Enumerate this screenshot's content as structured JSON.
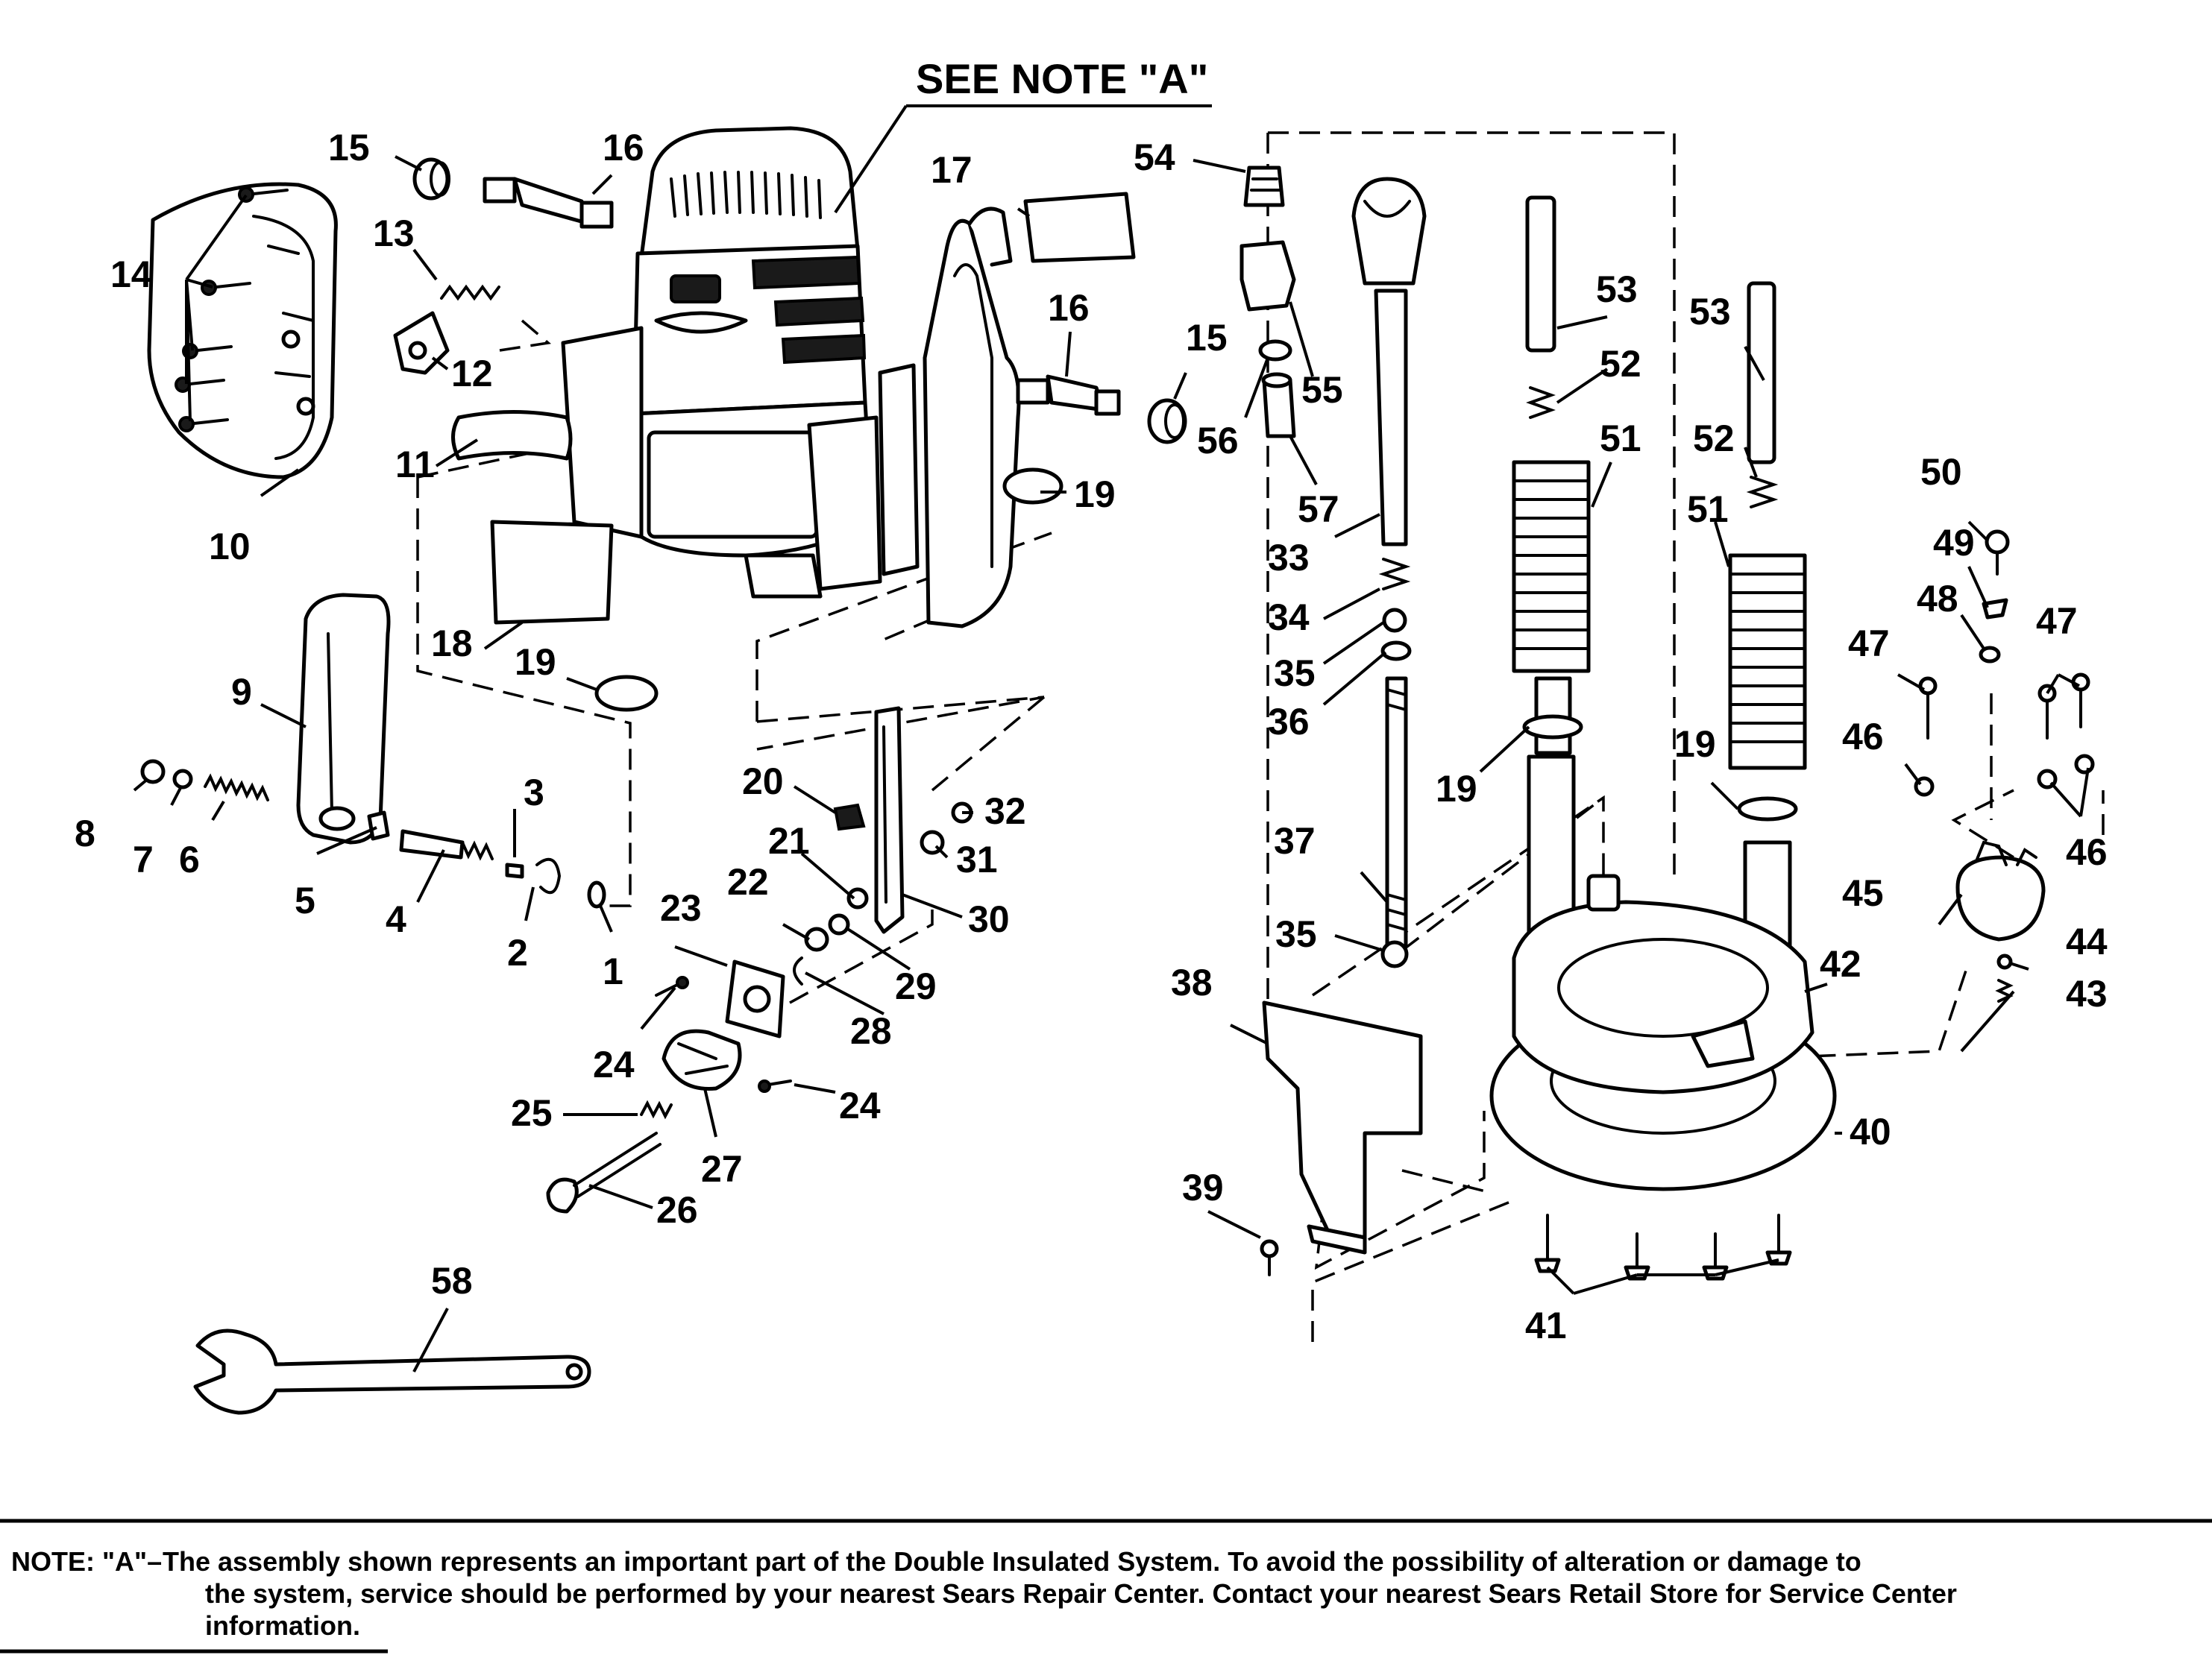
{
  "callout": {
    "see_note": "SEE NOTE \"A\""
  },
  "note": {
    "prefix": "NOTE: \"A\"–",
    "line1": "The assembly shown represents an important part of the Double Insulated System.  To avoid the possibility of alteration or damage to",
    "line2": "the system, service should be performed by your nearest Sears Repair Center.  Contact your nearest Sears Retail Store for Service Center",
    "line3": "information."
  },
  "labels": {
    "l1": "1",
    "l2": "2",
    "l3": "3",
    "l4": "4",
    "l5": "5",
    "l6": "6",
    "l7": "7",
    "l8": "8",
    "l9": "9",
    "l10": "10",
    "l11": "11",
    "l12": "12",
    "l13": "13",
    "l14": "14",
    "l15a": "15",
    "l15b": "15",
    "l16a": "16",
    "l16b": "16",
    "l17": "17",
    "l18": "18",
    "l19a": "19",
    "l19b": "19",
    "l19c": "19",
    "l19d": "19",
    "l20": "20",
    "l21": "21",
    "l22": "22",
    "l23": "23",
    "l24a": "24",
    "l24b": "24",
    "l25": "25",
    "l26": "26",
    "l27": "27",
    "l28": "28",
    "l29": "29",
    "l30": "30",
    "l31": "31",
    "l32": "32",
    "l33": "33",
    "l34": "34",
    "l35a": "35",
    "l35b": "35",
    "l36": "36",
    "l37": "37",
    "l38": "38",
    "l39": "39",
    "l40": "40",
    "l41": "41",
    "l42": "42",
    "l43": "43",
    "l44": "44",
    "l45": "45",
    "l46a": "46",
    "l46b": "46",
    "l47a": "47",
    "l47b": "47",
    "l48": "48",
    "l49": "49",
    "l50": "50",
    "l51a": "51",
    "l51b": "51",
    "l52a": "52",
    "l52b": "52",
    "l53a": "53",
    "l53b": "53",
    "l54": "54",
    "l55": "55",
    "l56": "56",
    "l57": "57",
    "l58": "58"
  }
}
